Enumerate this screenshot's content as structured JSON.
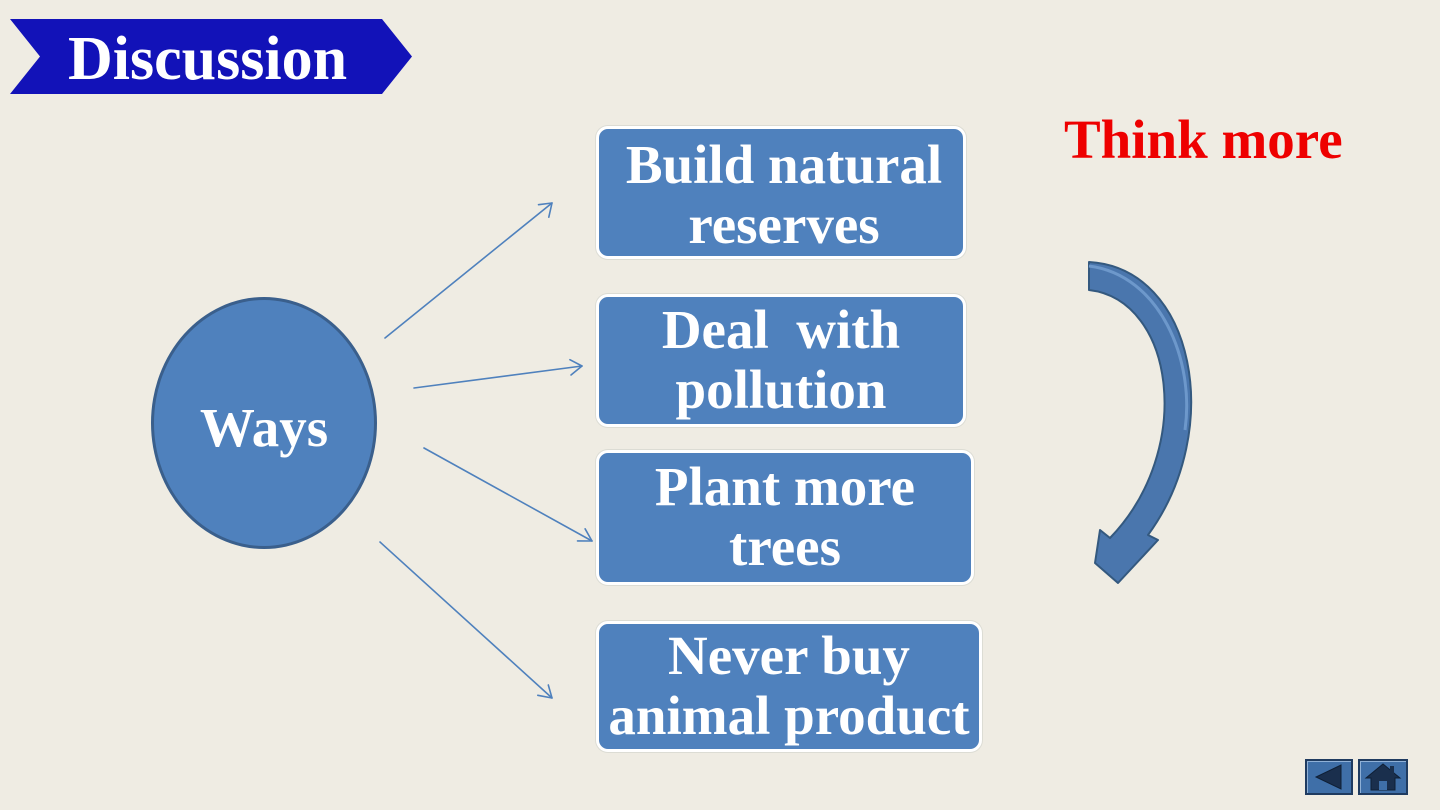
{
  "title": "Discussion",
  "hint": "Think more",
  "center": {
    "label": "Ways"
  },
  "ways": [
    {
      "line1": "Build natural",
      "line2": "reserves"
    },
    {
      "line1": "Deal  with",
      "line2": "pollution"
    },
    {
      "line1": "Plant more",
      "line2": "trees"
    },
    {
      "line1": "Never buy",
      "line2": "animal product"
    }
  ],
  "colors": {
    "background": "#efece3",
    "banner": "#1212b8",
    "node_fill": "#4f81bd",
    "hint_text": "#ee0000",
    "connector": "#4f81bd"
  },
  "icons": {
    "curved_arrow": "curved-arrow-icon",
    "back": "back-triangle-icon",
    "home": "home-icon"
  }
}
